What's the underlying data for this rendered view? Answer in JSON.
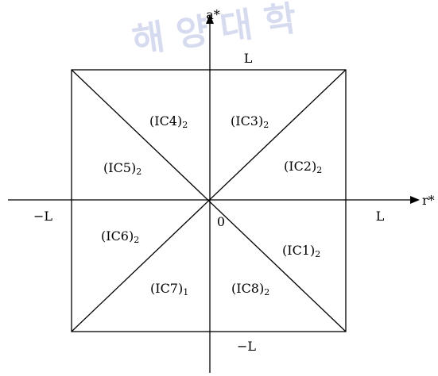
{
  "diagram": {
    "axes": {
      "vertical_label": "a*",
      "horizontal_label": "r*",
      "origin_label": "0",
      "top_label": "L",
      "bottom_label": "−L",
      "left_label": "−L",
      "right_label": "L"
    },
    "regions": [
      {
        "name": "IC1",
        "main": "(IC1)",
        "sub": "2"
      },
      {
        "name": "IC2",
        "main": "(IC2)",
        "sub": "2"
      },
      {
        "name": "IC3",
        "main": "(IC3)",
        "sub": "2"
      },
      {
        "name": "IC4",
        "main": "(IC4)",
        "sub": "2"
      },
      {
        "name": "IC5",
        "main": "(IC5)",
        "sub": "2"
      },
      {
        "name": "IC6",
        "main": "(IC6)",
        "sub": "2"
      },
      {
        "name": "IC7",
        "main": "(IC7)",
        "sub": "1"
      },
      {
        "name": "IC8",
        "main": "(IC8)",
        "sub": "2"
      }
    ],
    "colors": {
      "line": "#000000",
      "watermark": "#c9d0ea"
    }
  },
  "watermark": {
    "text": "해 양 대 학"
  }
}
